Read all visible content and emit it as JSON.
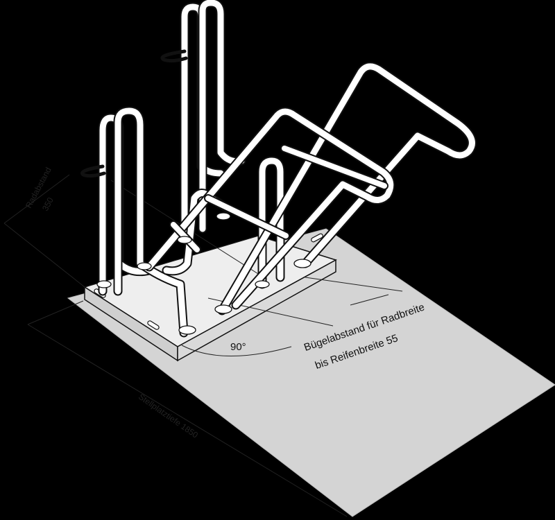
{
  "labels": {
    "angle": "90°",
    "spacing_line1": "Bügelabstand für Radbreite",
    "spacing_line2": "bis Reifenbreite 55",
    "rad_spacing_label": "Radabstand",
    "rad_spacing_value": "350",
    "depth_label": "Stellplatztiefe 1850"
  },
  "colors": {
    "background": "#000000",
    "floor": "#d4d4d4",
    "base_plate": "#e6e6e6",
    "tube_fill": "#ffffff",
    "line": "#111111"
  }
}
